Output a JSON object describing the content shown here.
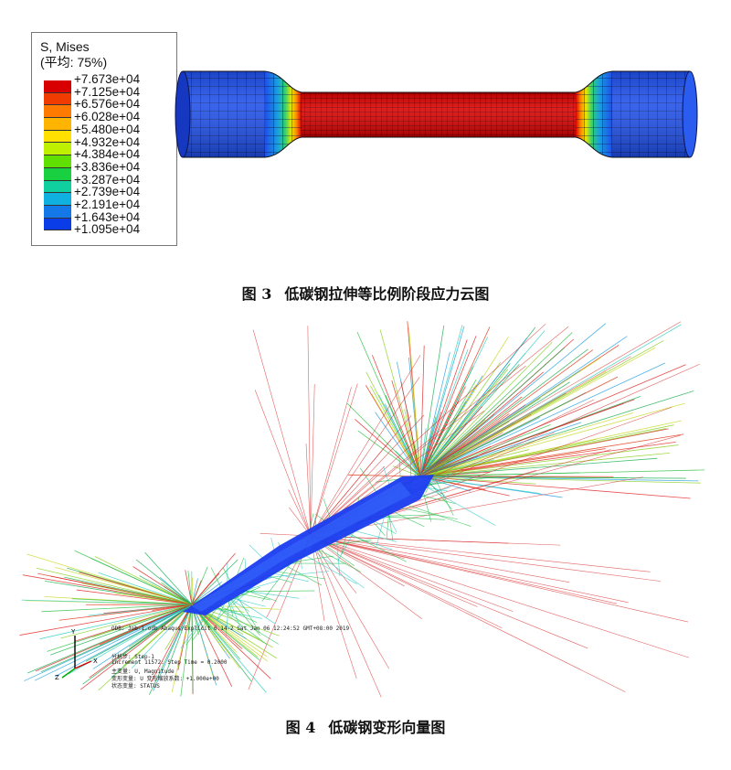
{
  "figure3": {
    "caption_num": "图 3",
    "caption_text": "低碳钢拉伸等比例阶段应力云图",
    "legend": {
      "title": "S, Mises",
      "subtitle": "(平均: 75%)",
      "values": [
        "+7.673e+04",
        "+7.125e+04",
        "+6.576e+04",
        "+6.028e+04",
        "+5.480e+04",
        "+4.932e+04",
        "+4.384e+04",
        "+3.836e+04",
        "+3.287e+04",
        "+2.739e+04",
        "+2.191e+04",
        "+1.643e+04",
        "+1.095e+04"
      ],
      "colors": [
        "#d80000",
        "#f03c00",
        "#ff7a00",
        "#ffb400",
        "#ffe000",
        "#bef000",
        "#60e000",
        "#18d040",
        "#10d0a0",
        "#10b0e0",
        "#1478e8",
        "#0a3ce8",
        "#0000c8"
      ]
    }
  },
  "figure4": {
    "caption_num": "图 4",
    "caption_text": "低碳钢变形向量图",
    "info_lines": [
      "ODB: Job-1.odb    Abaqus/Explicit 6.14-2    Sat Jan 06 12:24:52 GMT+08:00 2019",
      "分析步: Step-1",
      "Increment    11572: Step Time =    0.2000",
      "主变量: U, Magnitude",
      "变形变量: U   变形缩放系数: +1.000e+00",
      "状态变量: STATUS"
    ]
  }
}
